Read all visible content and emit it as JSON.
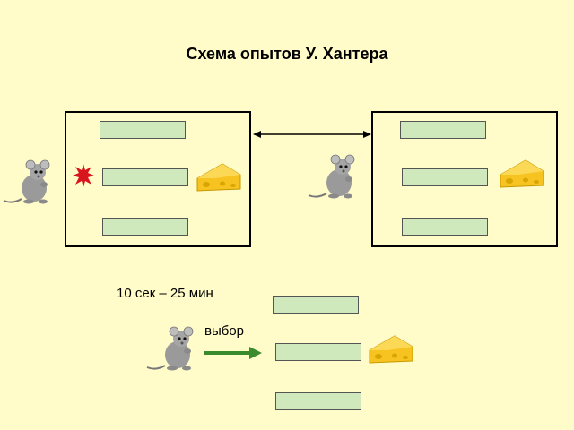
{
  "title": "Схема опытов У. Хантера",
  "time_label": "10 сек – 25 мин",
  "choice_label": "выбор",
  "colors": {
    "background": "#fffcc9",
    "slot_fill": "#cfe8bc",
    "cheese": "#f6c320",
    "shock": "#d8141c",
    "arrow_green": "#3a8a2e"
  },
  "icons": [
    "mouse-icon",
    "cheese-icon",
    "shock-icon",
    "double-arrow-icon",
    "arrow-right-icon"
  ]
}
